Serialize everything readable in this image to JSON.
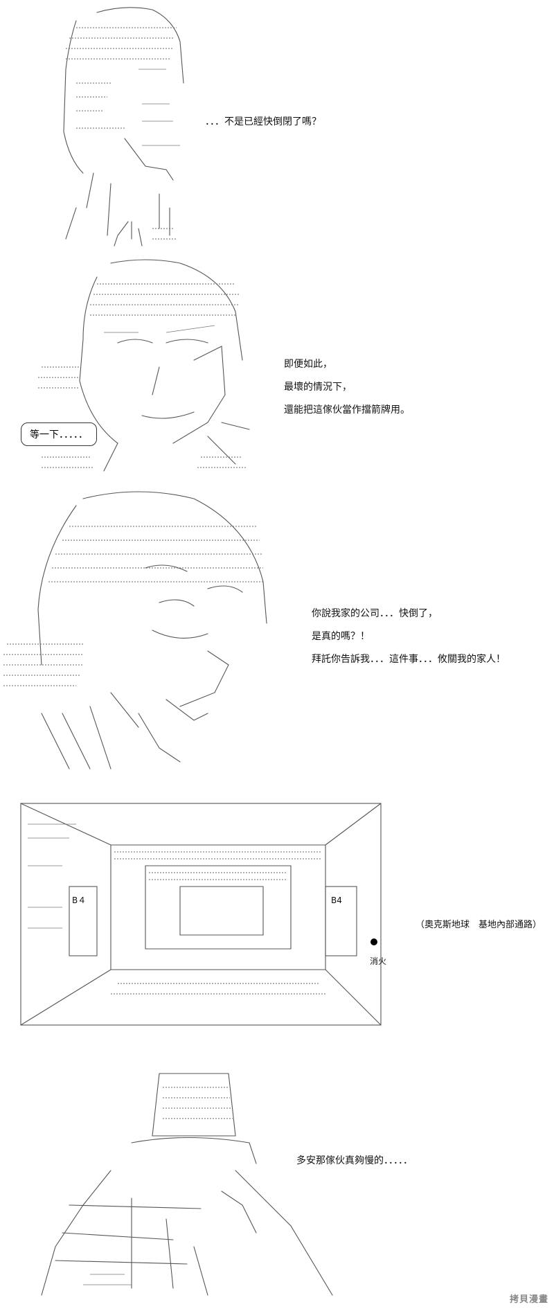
{
  "panels": [
    {
      "caption_lines": [
        "．．．不是已經快倒閉了嗎？"
      ]
    },
    {
      "caption_lines": [
        "即便如此，",
        "最壞的情況下，",
        "還能把這傢伙當作擋箭牌用。"
      ],
      "bubble": "等一下．．．．．"
    },
    {
      "caption_lines": [
        "你說我家的公司．．．快倒了，",
        "是真的嗎？！",
        "拜託你告訴我．．．這件事．．．攸關我的家人！"
      ]
    },
    {
      "caption_lines": [
        "（奧克斯地球　基地內部通路）"
      ],
      "sign_text": "消火",
      "sign_b4_left": "B４",
      "sign_b4_right": "B4"
    },
    {
      "caption_lines": [
        "多安那傢伙真夠慢的．．．．．"
      ]
    }
  ],
  "watermark": "拷貝漫畫"
}
